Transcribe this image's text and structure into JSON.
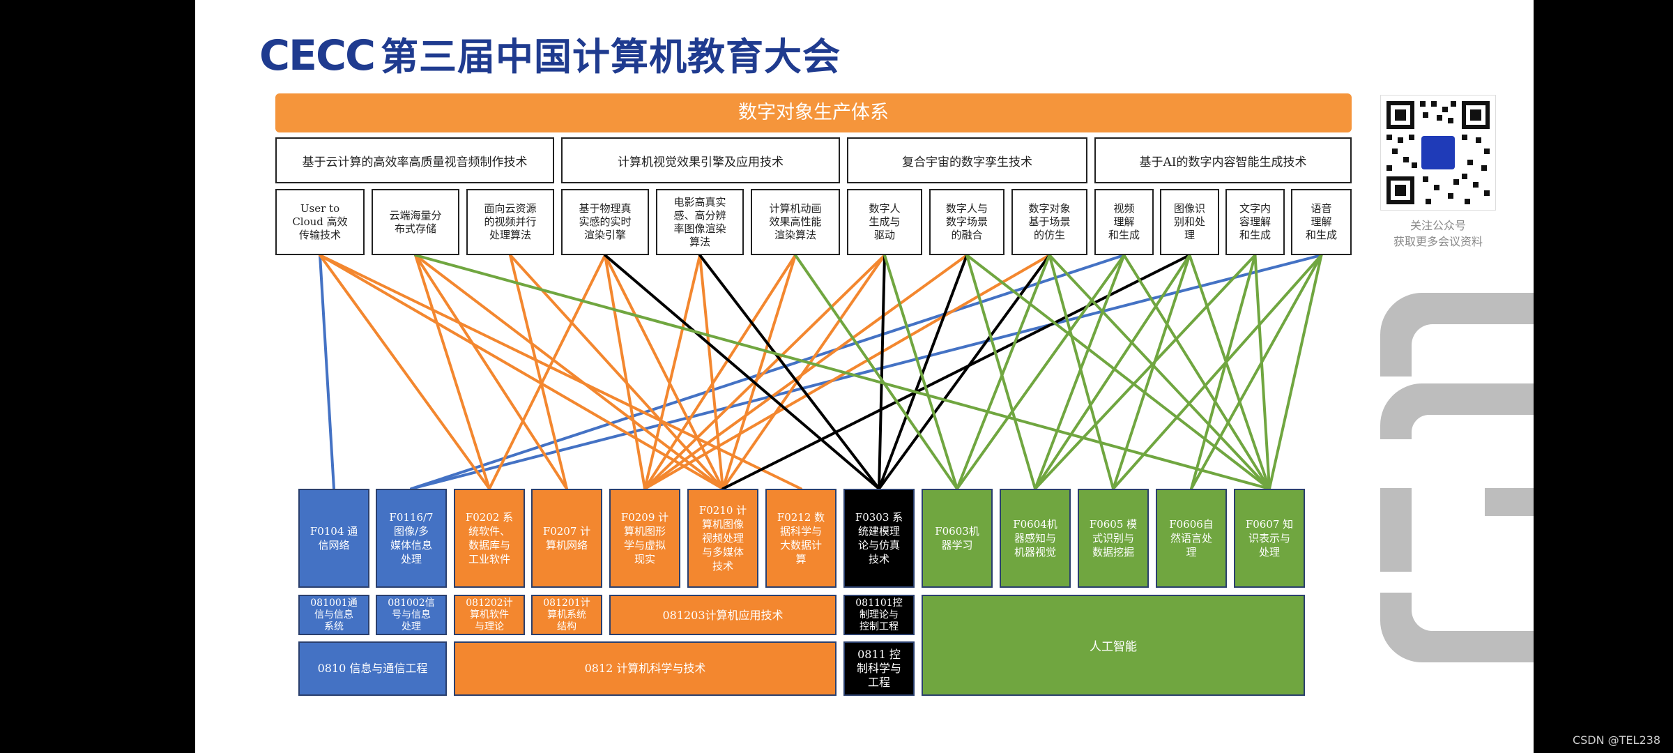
{
  "header": {
    "logo_text": "CECC",
    "conference_title": "第三届中国计算机教育大会"
  },
  "banner": {
    "title": "数字对象生产体系"
  },
  "categories": [
    "基于云计算的高效率高质量视音频制作技术",
    "计算机视觉效果引擎及应用技术",
    "复合宇宙的数字孪生技术",
    "基于AI的数字内容智能生成技术"
  ],
  "technologies": [
    "User to\nCloud 高效\n传输技术",
    "云端海量分\n布式存储",
    "面向云资源\n的视频并行\n处理算法",
    "基于物理真\n实感的实时\n渲染引擎",
    "电影高真实\n感、高分辨\n率图像渲染\n算法",
    "计算机动画\n效果高性能\n渲染算法",
    "数字人\n生成与\n驱动",
    "数字人与\n数字场景\n的融合",
    "数字对象\n基于场景\n的仿生",
    "视频\n理解\n和生成",
    "图像识\n别和处\n理",
    "文字内\n容理解\n和生成",
    "语音\n理解\n和生成"
  ],
  "disciplines": [
    "F0104 通\n信网络",
    "F0116/7\n图像/多\n媒体信息\n处理",
    "F0202 系\n统软件、\n数据库与\n工业软件",
    "F0207 计\n算机网络",
    "F0209 计\n算机图形\n学与虚拟\n现实",
    "F0210 计\n算机图像\n视频处理\n与多媒体\n技术",
    "F0212 数\n据科学与\n大数据计\n算",
    "F0303 系\n统建模理\n论与仿真\n技术",
    "F0603机\n器学习",
    "F0604机\n器感知与\n机器视觉",
    "F0605 模\n式识别与\n数据挖掘",
    "F0606自\n然语言处\n理",
    "F0607 知\n识表示与\n处理"
  ],
  "subdisciplines": [
    "081001通\n信与信息\n系统",
    "081002信\n号与信息\n处理",
    "081202计\n算机软件\n与理论",
    "081201计\n算机系统\n结构",
    "081203计算机应用技术",
    "081101控\n制理论与\n控制工程",
    "人工智能"
  ],
  "groups": [
    "0810 信息与通信工程",
    "0812   计算机科学与技术",
    "0811  控\n制科学与\n工程"
  ],
  "connections": [
    {
      "from": 0,
      "to": 0,
      "color": "blue"
    },
    {
      "from": 9,
      "to": 1,
      "color": "blue"
    },
    {
      "from": 12,
      "to": 1,
      "color": "blue"
    },
    {
      "from": 1,
      "to": 2,
      "color": "orange"
    },
    {
      "from": 1,
      "to": 3,
      "color": "orange"
    },
    {
      "from": 1,
      "to": 5,
      "color": "orange"
    },
    {
      "from": 2,
      "to": 3,
      "color": "orange"
    },
    {
      "from": 2,
      "to": 5,
      "color": "orange"
    },
    {
      "from": 0,
      "to": 2,
      "color": "orange"
    },
    {
      "from": 0,
      "to": 5,
      "color": "orange"
    },
    {
      "from": 0,
      "to": 6,
      "color": "orange"
    },
    {
      "from": 3,
      "to": 2,
      "color": "orange"
    },
    {
      "from": 3,
      "to": 4,
      "color": "orange"
    },
    {
      "from": 3,
      "to": 5,
      "color": "orange"
    },
    {
      "from": 4,
      "to": 4,
      "color": "orange"
    },
    {
      "from": 4,
      "to": 5,
      "color": "orange"
    },
    {
      "from": 5,
      "to": 4,
      "color": "orange"
    },
    {
      "from": 5,
      "to": 5,
      "color": "orange"
    },
    {
      "from": 6,
      "to": 4,
      "color": "orange"
    },
    {
      "from": 6,
      "to": 5,
      "color": "orange"
    },
    {
      "from": 7,
      "to": 4,
      "color": "orange"
    },
    {
      "from": 8,
      "to": 4,
      "color": "orange"
    },
    {
      "from": 3,
      "to": 7,
      "color": "black"
    },
    {
      "from": 4,
      "to": 7,
      "color": "black"
    },
    {
      "from": 6,
      "to": 7,
      "color": "black"
    },
    {
      "from": 7,
      "to": 7,
      "color": "black"
    },
    {
      "from": 8,
      "to": 7,
      "color": "black"
    },
    {
      "from": 10,
      "to": 5,
      "color": "black"
    },
    {
      "from": 1,
      "to": 12,
      "color": "green"
    },
    {
      "from": 5,
      "to": 8,
      "color": "green"
    },
    {
      "from": 6,
      "to": 8,
      "color": "green"
    },
    {
      "from": 7,
      "to": 9,
      "color": "green"
    },
    {
      "from": 7,
      "to": 12,
      "color": "green"
    },
    {
      "from": 8,
      "to": 8,
      "color": "green"
    },
    {
      "from": 8,
      "to": 10,
      "color": "green"
    },
    {
      "from": 8,
      "to": 12,
      "color": "green"
    },
    {
      "from": 9,
      "to": 8,
      "color": "green"
    },
    {
      "from": 9,
      "to": 9,
      "color": "green"
    },
    {
      "from": 9,
      "to": 12,
      "color": "green"
    },
    {
      "from": 10,
      "to": 9,
      "color": "green"
    },
    {
      "from": 10,
      "to": 10,
      "color": "green"
    },
    {
      "from": 10,
      "to": 12,
      "color": "green"
    },
    {
      "from": 11,
      "to": 9,
      "color": "green"
    },
    {
      "from": 11,
      "to": 11,
      "color": "green"
    },
    {
      "from": 11,
      "to": 12,
      "color": "green"
    },
    {
      "from": 12,
      "to": 10,
      "color": "green"
    },
    {
      "from": 12,
      "to": 11,
      "color": "green"
    },
    {
      "from": 12,
      "to": 12,
      "color": "green"
    }
  ],
  "colors": {
    "blue": "#4472c4",
    "orange": "#f3872f",
    "black": "#000000",
    "green": "#70a640",
    "banner": "#f5953b",
    "brand": "#1f3b8f"
  },
  "qr_caption": [
    "关注公众号",
    "获取更多会议资料"
  ],
  "footer": {
    "watermark_text": "CSDN @TEL238"
  }
}
